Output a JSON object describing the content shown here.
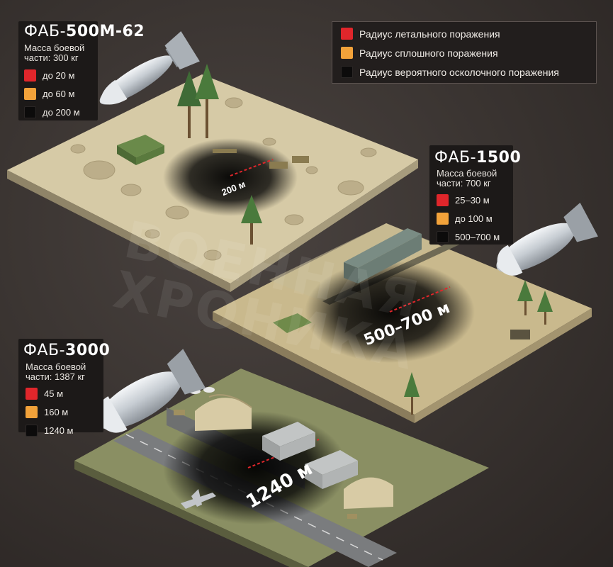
{
  "legend": {
    "items": [
      {
        "color": "#e0262b",
        "label": "Радиус летального поражения"
      },
      {
        "color": "#f2a23a",
        "label": "Радиус сплошного поражения"
      },
      {
        "color": "#0c0b0b",
        "label": "Радиус вероятного осколочного поражения"
      }
    ]
  },
  "watermark": {
    "line1": "ВОЕННАЯ",
    "line2": "ХРОНИКА"
  },
  "bombs": [
    {
      "prefix": "ФАБ-",
      "model": "500М-62",
      "mass_line1": "Масса боевой",
      "mass_line2": "части: 300 кг",
      "radii": [
        "до 20 м",
        "до 60 м",
        "до 200 м"
      ],
      "map_label": "200 м"
    },
    {
      "prefix": "ФАБ-",
      "model": "1500",
      "mass_line1": "Масса боевой",
      "mass_line2": "части: 700 кг",
      "radii": [
        "25–30 м",
        "до 100 м",
        "500–700 м"
      ],
      "map_label": "500–700 м"
    },
    {
      "prefix": "ФАБ-",
      "model": "3000",
      "mass_line1": "Масса боевой",
      "mass_line2": "части: 1387 кг",
      "radii": [
        "45 м",
        "160 м",
        "1240 м"
      ],
      "map_label": "1240 м"
    }
  ]
}
